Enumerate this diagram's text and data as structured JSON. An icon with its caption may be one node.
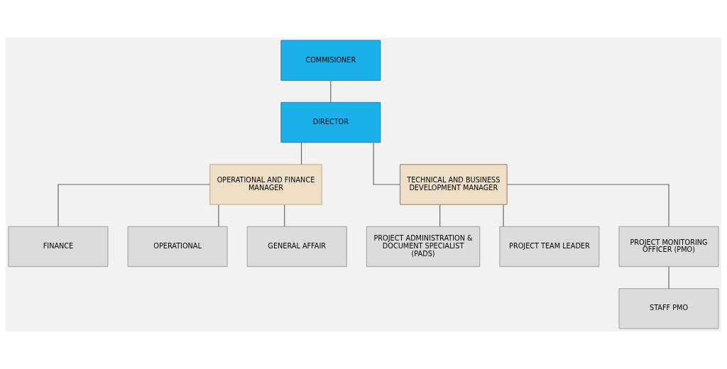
{
  "diagram": {
    "nodes": [
      {
        "text": [
          "COMMISIONER"
        ]
      },
      {
        "text": [
          "DIRECTOR"
        ]
      },
      {
        "text": [
          "OPERATIONAL AND FINANCE MANAGER"
        ]
      },
      {
        "text": [
          "TECHNICAL AND BUSINESS DEVELOPMENT MANAGER"
        ]
      },
      {
        "text": [
          "FINANCE"
        ]
      },
      {
        "text": [
          "OPERATIONAL"
        ]
      },
      {
        "text": [
          "GENERAL AFFAIR"
        ]
      },
      {
        "text": [
          "PROJECT ADMINISTRATION & DOCUMENT SPECIALIST (PADS)"
        ]
      },
      {
        "text": [
          "PROJECT TEAM LEADER"
        ]
      },
      {
        "text": [
          "PROJECT MONITORING OFFICER (PMO)"
        ]
      },
      {
        "text": [
          "STAFF PMO"
        ]
      }
    ],
    "edges": [
      {
        "from": 0,
        "to": 1,
        "arrow": "none"
      },
      {
        "from": 1,
        "to": 2,
        "arrow": "none"
      },
      {
        "from": 1,
        "to": 3,
        "arrow": "none"
      },
      {
        "from": 2,
        "to": 4,
        "arrow": "none"
      },
      {
        "from": 2,
        "to": 5,
        "arrow": "none"
      },
      {
        "from": 2,
        "to": 6,
        "arrow": "none"
      },
      {
        "from": 3,
        "to": 7,
        "arrow": "none"
      },
      {
        "from": 3,
        "to": 8,
        "arrow": "none"
      },
      {
        "from": 3,
        "to": 9,
        "arrow": "none"
      },
      {
        "from": 9,
        "to": 10,
        "arrow": "none"
      }
    ]
  }
}
